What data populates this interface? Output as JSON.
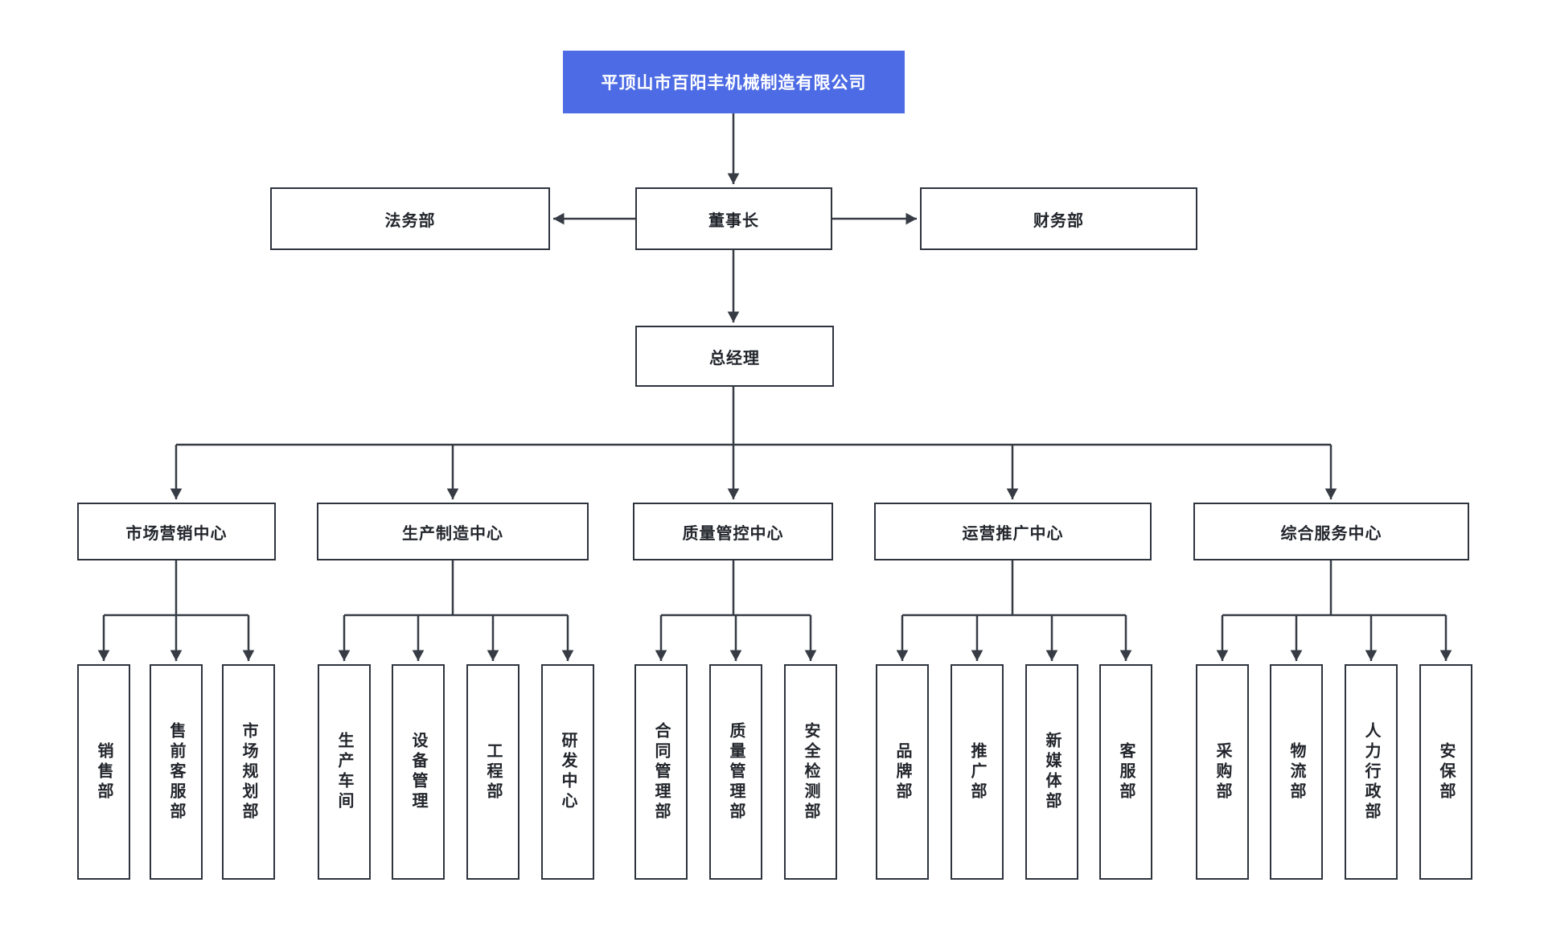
{
  "org": {
    "root": "平顶山市百阳丰机械制造有限公司",
    "legal": "法务部",
    "chairman": "董事长",
    "finance": "财务部",
    "gm": "总经理",
    "centers": [
      {
        "label": "市场营销中心",
        "children": [
          "销售部",
          "售前客服部",
          "市场规划部"
        ]
      },
      {
        "label": "生产制造中心",
        "children": [
          "生产车间",
          "设备管理",
          "工程部",
          "研发中心"
        ]
      },
      {
        "label": "质量管控中心",
        "children": [
          "合同管理部",
          "质量管理部",
          "安全检测部"
        ]
      },
      {
        "label": "运营推广中心",
        "children": [
          "品牌部",
          "推广部",
          "新媒体部",
          "客服部"
        ]
      },
      {
        "label": "综合服务中心",
        "children": [
          "采购部",
          "物流部",
          "人力行政部",
          "安保部"
        ]
      }
    ]
  },
  "colors": {
    "accent": "#4d6be4",
    "accent_text": "#ffffff",
    "line": "#363b44",
    "border": "#2e343e",
    "text": "#22262c",
    "canvas": "#ffffff"
  }
}
